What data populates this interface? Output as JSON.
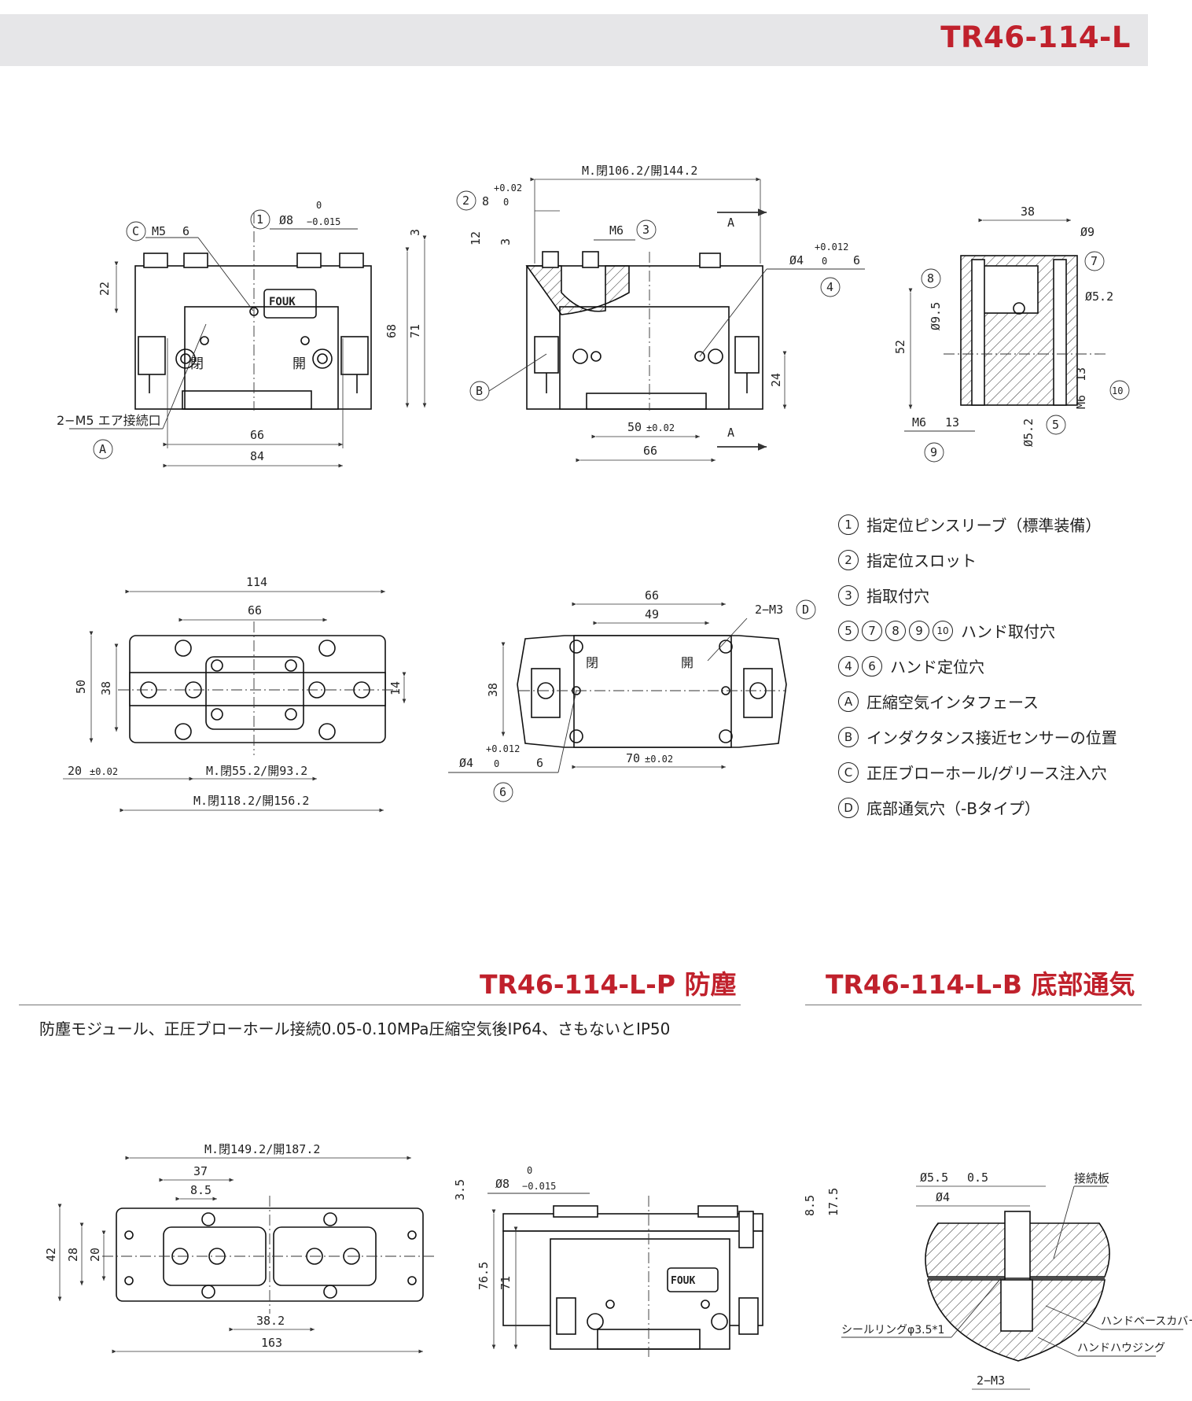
{
  "header": {
    "title": "TR46-114-L"
  },
  "legend": [
    {
      "markers": [
        "1"
      ],
      "text": "指定位ピンスリーブ（標準装備）"
    },
    {
      "markers": [
        "2"
      ],
      "text": "指定位スロット"
    },
    {
      "markers": [
        "3"
      ],
      "text": "指取付穴"
    },
    {
      "markers": [
        "5",
        "7",
        "8",
        "9",
        "10"
      ],
      "text": "ハンド取付穴"
    },
    {
      "markers": [
        "4",
        "6"
      ],
      "text": "ハンド定位穴"
    },
    {
      "markers": [
        "A"
      ],
      "text": "圧縮空気インタフェース"
    },
    {
      "markers": [
        "B"
      ],
      "text": "インダクタンス接近センサーの位置"
    },
    {
      "markers": [
        "C"
      ],
      "text": "正圧ブローホール/グリース注入穴"
    },
    {
      "markers": [
        "D"
      ],
      "text": "底部通気穴（-Bタイプ）"
    }
  ],
  "section_p": {
    "title": "TR46-114-L-P 防塵",
    "subtitle": "防塵モジュール、正圧ブローホール接続0.05-0.10MPa圧縮空気後IP64、さもないとIP50"
  },
  "section_b": {
    "title": "TR46-114-L-B 底部通気"
  },
  "front_view": {
    "callout_c": "C",
    "m5": "M5",
    "depth6": "6",
    "callout_1": "1",
    "phi8": "Ø8",
    "tol0": "0",
    "tol_m": "−0.015",
    "dim22": "22",
    "dim68": "68",
    "dim71": "71",
    "dim3": "3",
    "dim66": "66",
    "dim84": "84",
    "close": "閉",
    "open": "開",
    "air": "2−M5 エア接続口",
    "callout_a": "A",
    "logo": "FOUK"
  },
  "side_view": {
    "stroke": "M.閉106.2/開144.2",
    "callout_2": "2",
    "tol_p": "+0.02",
    "eight": "8",
    "tol0": "0",
    "dim12": "12",
    "dim3": "3",
    "m6": "M6",
    "callout_3": "3",
    "sec_a": "A",
    "phi4": "Ø4",
    "tol_p012": "+0.012",
    "depth6": "6",
    "callout_4": "4",
    "callout_b": "B",
    "dim24": "24",
    "dim50": "50",
    "tol002": "±0.02",
    "dim66": "66"
  },
  "section_view": {
    "dim38": "38",
    "phi9": "Ø9",
    "c7": "7",
    "c8": "8",
    "phi52": "Ø5.2",
    "phi95": "Ø9.5",
    "dim52": "52",
    "m6_13": "M6",
    "d13": "13",
    "c10": "10",
    "c5": "5",
    "c9": "9"
  },
  "top_view": {
    "dim114": "114",
    "dim66": "66",
    "dim50": "50",
    "dim38": "38",
    "dim14": "14",
    "dim20": "20",
    "tol002": "±0.02",
    "stroke1": "M.閉55.2/開93.2",
    "stroke2": "M.閉118.2/開156.2"
  },
  "bottom_view": {
    "dim66": "66",
    "dim49": "49",
    "m3": "2−M3",
    "callout_d": "D",
    "dim38": "38",
    "close": "閉",
    "open": "開",
    "phi4": "Ø4",
    "tol_p012": "+0.012",
    "tol0": "0",
    "depth6": "6",
    "dim70": "70",
    "tol002": "±0.02",
    "callout_6": "6"
  },
  "p_top_view": {
    "stroke": "M.閉149.2/開187.2",
    "dim37": "37",
    "dim85": "8.5",
    "dim42": "42",
    "dim28": "28",
    "dim20": "20",
    "dim382": "38.2",
    "dim163": "163"
  },
  "p_side_view": {
    "dim35": "3.5",
    "phi8": "Ø8",
    "tol0": "0",
    "tol_m": "−0.015",
    "dim85": "8.5",
    "dim175": "17.5",
    "dim765": "76.5",
    "dim71": "71",
    "logo": "FOUK"
  },
  "b_detail": {
    "phi55": "Ø5.5",
    "d05": "0.5",
    "phi4": "Ø4",
    "plate": "接続板",
    "seal": "シールリングφ3.5*1",
    "cover": "ハンドベースカバー",
    "housing": "ハンドハウジング",
    "m3": "2−M3"
  }
}
